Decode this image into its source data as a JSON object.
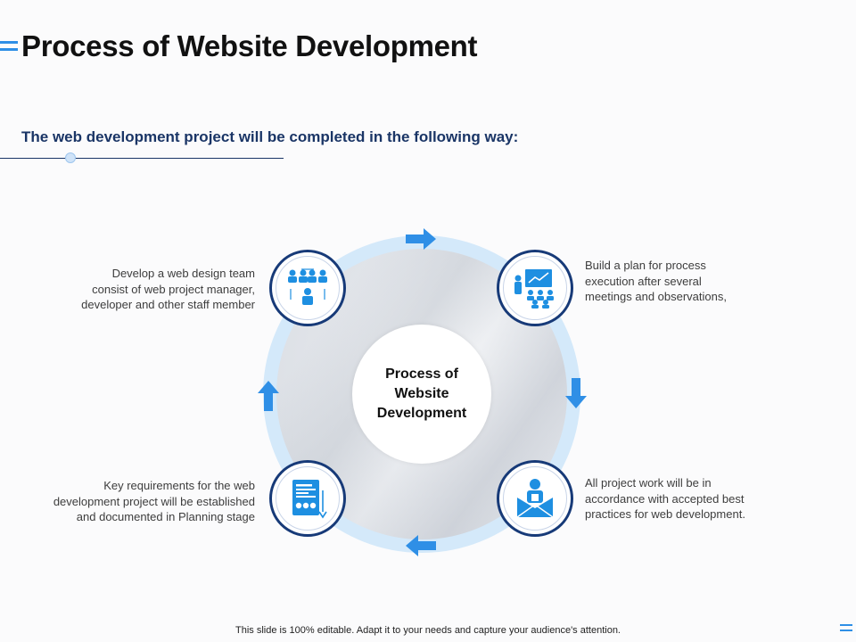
{
  "slide": {
    "title": "Process of Website Development",
    "subtitle": "The web development project will be completed in the following way:"
  },
  "center": {
    "lines": [
      "Process of",
      "Website",
      "Development"
    ]
  },
  "steps": [
    {
      "icon": "team-icon",
      "lines": [
        "Develop a web design team",
        "consist of web project manager,",
        "developer and other staff member"
      ]
    },
    {
      "icon": "presentation-meeting-icon",
      "lines": [
        "Build a plan for process",
        "execution after several",
        "meetings and observations,"
      ]
    },
    {
      "icon": "best-practice-email-icon",
      "lines": [
        "All project work will be in",
        "accordance with accepted best",
        "practices for web development."
      ]
    },
    {
      "icon": "document-checklist-icon",
      "lines": [
        "Key requirements for the web",
        "development project will be established",
        "and documented in Planning stage"
      ]
    }
  ],
  "footer": {
    "text": "This slide is 100% editable. Adapt it to your needs and capture your audience's attention."
  },
  "colors": {
    "accent": "#2f8fe6",
    "navy": "#173a78",
    "ring": "#d4e9fa",
    "icon_blue": "#1e8fe1"
  }
}
